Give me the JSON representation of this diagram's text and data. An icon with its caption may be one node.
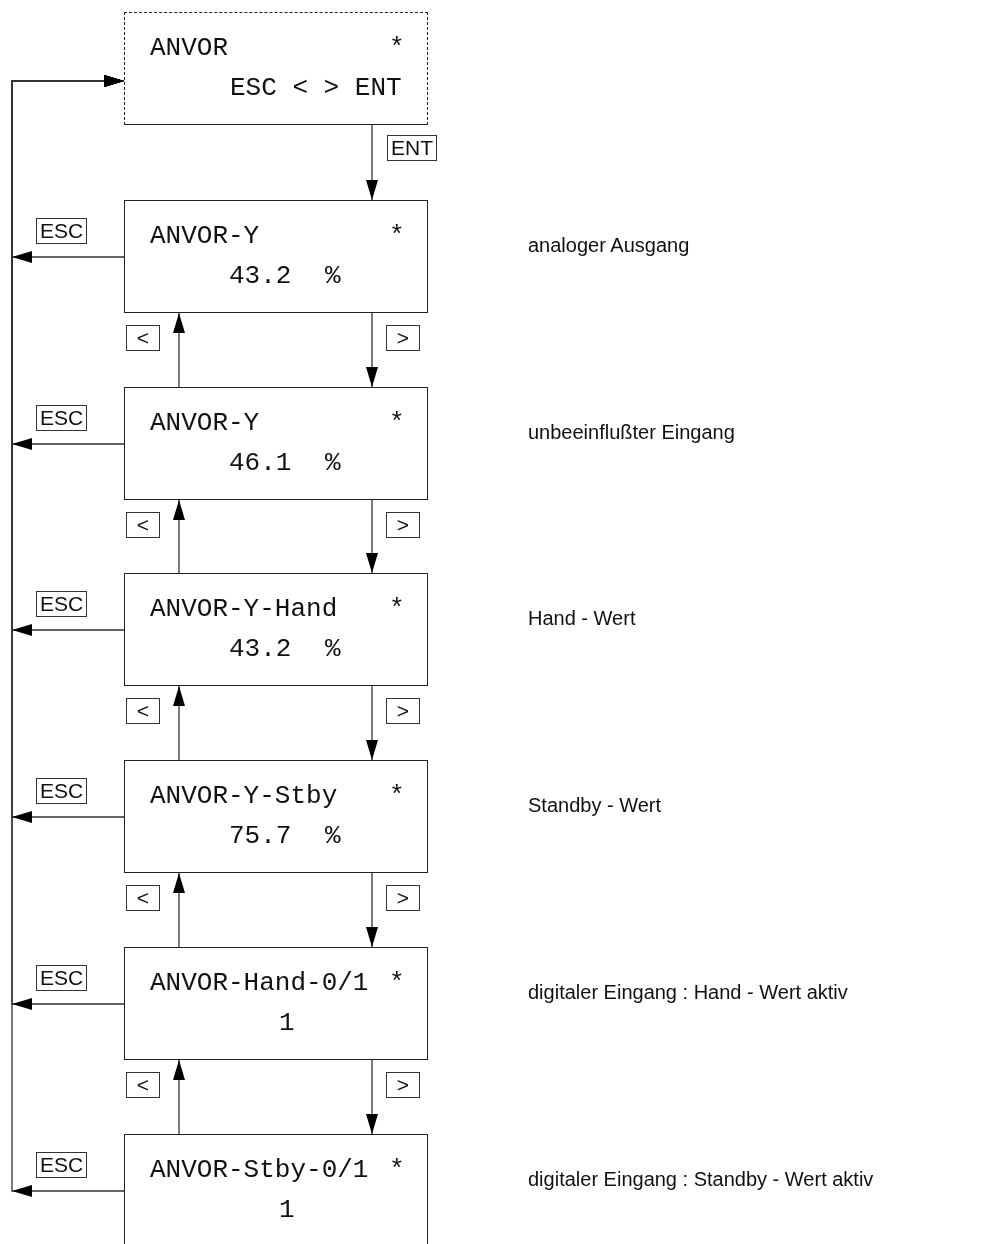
{
  "diagram": {
    "nodes": [
      {
        "text": [
          "ANVOR",
          "*",
          "ESC < > ENT"
        ]
      },
      {
        "text": [
          "ANVOR-Y",
          "*",
          "43.2 %"
        ]
      },
      {
        "text": [
          "ANVOR-Y",
          "*",
          "46.1 %"
        ]
      },
      {
        "text": [
          "ANVOR-Y-Hand",
          "*",
          "43.2 %"
        ]
      },
      {
        "text": [
          "ANVOR-Y-Stby",
          "*",
          "75.7 %"
        ]
      },
      {
        "text": [
          "ANVOR-Hand-0/1",
          "*",
          "1"
        ]
      },
      {
        "text": [
          "ANVOR-Stby-0/1",
          "*",
          "1"
        ]
      }
    ],
    "labels": [
      "analoger Ausgang",
      "unbeeinflußter Eingang",
      "Hand - Wert",
      "Standby - Wert",
      "digitaler Eingang : Hand - Wert aktiv",
      "digitaler Eingang : Standby - Wert aktiv"
    ],
    "edges": [
      {
        "from": 0,
        "to": 1,
        "arrow": "to",
        "label": "ENT"
      },
      {
        "from": 1,
        "to": 0,
        "arrow": "to",
        "label": "ESC"
      },
      {
        "from": 1,
        "to": 2,
        "arrow": "to",
        "label": ">"
      },
      {
        "from": 2,
        "to": 1,
        "arrow": "to",
        "label": "<"
      },
      {
        "from": 2,
        "to": 0,
        "arrow": "to",
        "label": "ESC"
      },
      {
        "from": 2,
        "to": 3,
        "arrow": "to",
        "label": ">"
      },
      {
        "from": 3,
        "to": 2,
        "arrow": "to",
        "label": "<"
      },
      {
        "from": 3,
        "to": 0,
        "arrow": "to",
        "label": "ESC"
      },
      {
        "from": 3,
        "to": 4,
        "arrow": "to",
        "label": ">"
      },
      {
        "from": 4,
        "to": 3,
        "arrow": "to",
        "label": "<"
      },
      {
        "from": 4,
        "to": 0,
        "arrow": "to",
        "label": "ESC"
      },
      {
        "from": 4,
        "to": 5,
        "arrow": "to",
        "label": ">"
      },
      {
        "from": 5,
        "to": 4,
        "arrow": "to",
        "label": "<"
      },
      {
        "from": 5,
        "to": 0,
        "arrow": "to",
        "label": "ESC"
      },
      {
        "from": 5,
        "to": 6,
        "arrow": "to",
        "label": ">"
      },
      {
        "from": 6,
        "to": 5,
        "arrow": "to",
        "label": "<"
      },
      {
        "from": 6,
        "to": 0,
        "arrow": "to",
        "label": "ESC"
      }
    ]
  }
}
